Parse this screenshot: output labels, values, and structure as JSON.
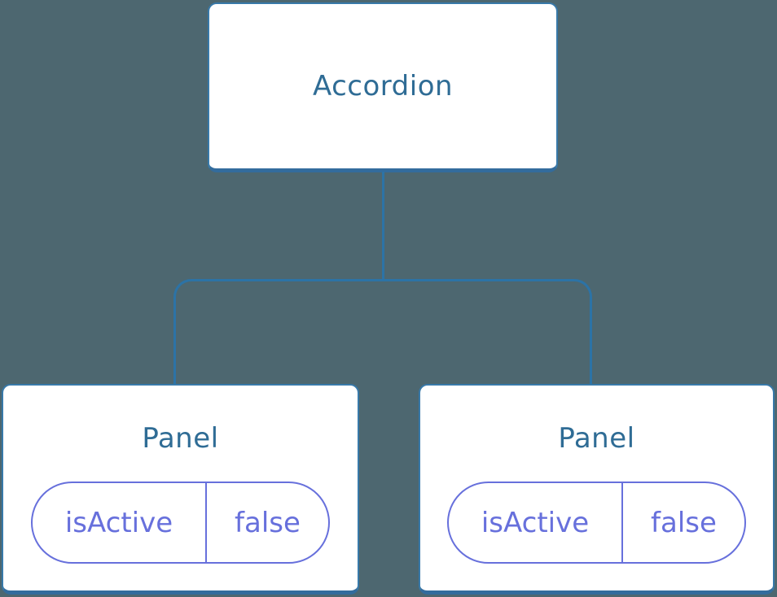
{
  "diagram": {
    "description": "component-tree-state-diagram",
    "background_color": "#4D6770",
    "colors": {
      "node_background": "#FFFFFF",
      "node_border": "#3879A9",
      "node_border_bottom": "#336C9D",
      "node_title_text": "#2F6C95",
      "connector_line": "#2C73A6",
      "state_pill_accent": "#6770DC"
    },
    "tree": {
      "root": {
        "label": "Accordion"
      },
      "children": [
        {
          "label": "Panel",
          "props": [
            {
              "name": "isActive",
              "value": "false"
            }
          ]
        },
        {
          "label": "Panel",
          "props": [
            {
              "name": "isActive",
              "value": "false"
            }
          ]
        }
      ]
    }
  }
}
